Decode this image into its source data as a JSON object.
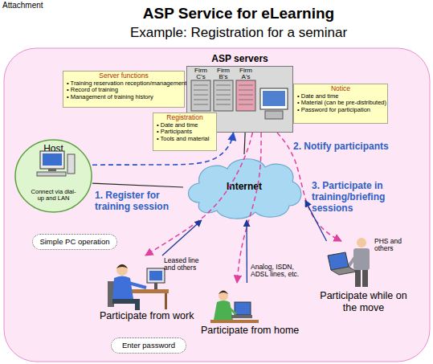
{
  "diagram": {
    "title": "ASP Service for eLearning",
    "nodes": [
      {
        "text": [
          "Server functions",
          "• Training reservation reception/management",
          "• Record of training",
          "• Management of training history"
        ]
      },
      {
        "text": [
          "ASP servers"
        ]
      },
      {
        "text": [
          "Notice",
          "• Date and time",
          "• Material (can be pre-distributed)",
          "• Password for participation"
        ]
      },
      {
        "text": [
          "Registration",
          "• Date and time",
          "• Participants",
          "• Tools and material"
        ]
      },
      {
        "text": [
          "Host",
          "Connect via dial-up and LAN"
        ]
      },
      {
        "text": [
          "Internet"
        ]
      },
      {
        "text": [
          "Simple PC operation"
        ]
      },
      {
        "text": [
          "Participate from work"
        ]
      },
      {
        "text": [
          "Participate from home"
        ]
      },
      {
        "text": [
          "Participate while on the move"
        ]
      },
      {
        "text": [
          "Enter password"
        ]
      }
    ],
    "edges": [
      {
        "from": 4,
        "to": 1,
        "label": "1. Register for training session",
        "arrow": "to"
      },
      {
        "from": 4,
        "to": 5,
        "arrow": "none"
      },
      {
        "from": 1,
        "to": 5,
        "arrow": "none"
      },
      {
        "from": 1,
        "to": 7,
        "arrow": "to"
      },
      {
        "from": 1,
        "to": 8,
        "arrow": "to"
      },
      {
        "from": 1,
        "to": 9,
        "label": "2. Notify participants",
        "arrow": "to"
      },
      {
        "from": 7,
        "to": 5,
        "label": "Leased line and others",
        "arrow": "to"
      },
      {
        "from": 8,
        "to": 5,
        "label": "Analog, ISDN, ADSL lines, etc.",
        "arrow": "to"
      },
      {
        "from": 9,
        "to": 5,
        "label": "PHS and others",
        "arrow": "to"
      }
    ],
    "labels": [
      "Attachment",
      "Example: Registration for a seminar",
      "Firm C's",
      "Firm B's",
      "Firm A's",
      "3. Participate in training/briefing sessions"
    ]
  }
}
